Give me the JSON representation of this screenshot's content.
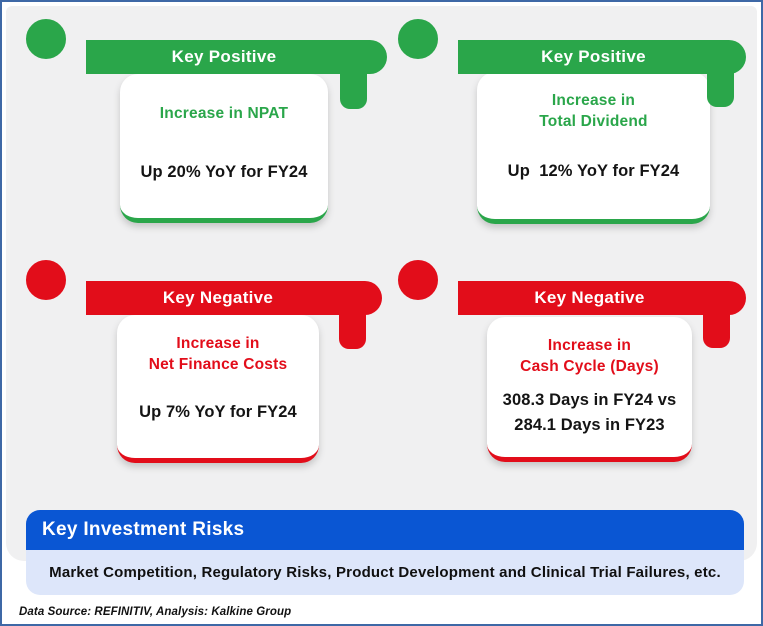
{
  "colors": {
    "positive_green": "#2aa64a",
    "negative_red": "#e20d1a",
    "banner_blue": "#0a56d3",
    "risk_box_lavender": "#dde6fa",
    "panel_gray": "#f0f0f1",
    "frame_border_blue": "#3e68a6"
  },
  "keys": [
    {
      "tone": "positive",
      "banner": "Key Positive",
      "title": "Increase in NPAT",
      "detail": "Up 20% YoY for FY24"
    },
    {
      "tone": "positive",
      "banner": "Key Positive",
      "title": "Increase in\nTotal Dividend",
      "detail": "Up  12% YoY for FY24"
    },
    {
      "tone": "negative",
      "banner": "Key Negative",
      "title": "Increase in\nNet Finance Costs",
      "detail": "Up 7% YoY for FY24"
    },
    {
      "tone": "negative",
      "banner": "Key Negative",
      "title": "Increase in\nCash Cycle (Days)",
      "detail": "308.3 Days in FY24 vs\n284.1 Days in FY23"
    }
  ],
  "risks": {
    "heading": "Key Investment Risks",
    "body": "Market Competition, Regulatory Risks, Product Development and Clinical Trial Failures, etc."
  },
  "footer": {
    "source_note": "Data Source: REFINITIV, Analysis: Kalkine Group"
  }
}
